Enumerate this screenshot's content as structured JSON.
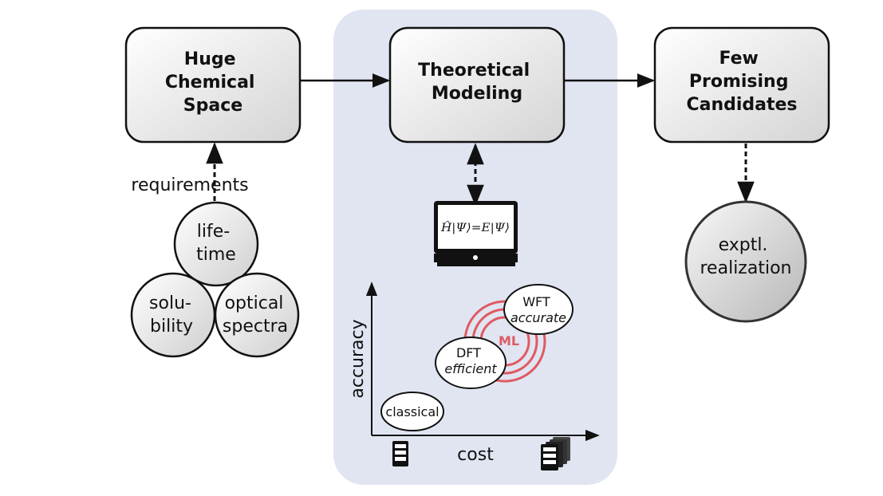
{
  "boxes": {
    "chemical_space": [
      "Huge",
      "Chemical",
      "Space"
    ],
    "modeling": [
      "Theoretical",
      "Modeling"
    ],
    "candidates": [
      "Few",
      "Promising",
      "Candidates"
    ]
  },
  "requirements_label": "requirements",
  "requirement_circles": {
    "lifetime": [
      "life-",
      "time"
    ],
    "solubility": [
      "solu-",
      "bility"
    ],
    "optical": [
      "optical",
      "spectra"
    ]
  },
  "experimental": [
    "exptl.",
    "realization"
  ],
  "monitor_equation": "Ĥ|Ψ⟩=E|Ψ⟩",
  "plot": {
    "ylabel": "accuracy",
    "xlabel": "cost",
    "methods": {
      "classical": [
        "classical"
      ],
      "dft": [
        "DFT",
        "efficient"
      ],
      "wft": [
        "WFT",
        "accurate"
      ]
    },
    "ml_label": "ML"
  },
  "colors": {
    "panel": "#e0e5f1",
    "ml": "#e05a63",
    "box_stroke": "#111111"
  }
}
